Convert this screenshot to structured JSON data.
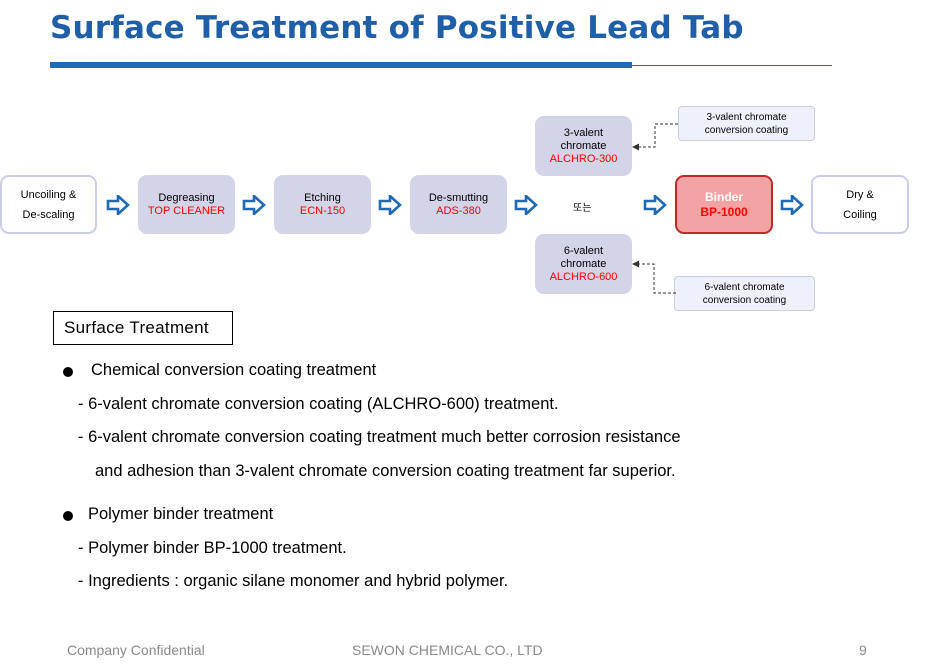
{
  "title": "Surface Treatment of Positive Lead Tab",
  "flow": {
    "uncoiling": [
      "Uncoiling &",
      "De-scaling"
    ],
    "degreasing": {
      "name": "Degreasing",
      "product": "TOP CLEANER"
    },
    "etching": {
      "name": "Etching",
      "product": "ECN-150"
    },
    "desmutting": {
      "name": "De-smutting",
      "product": "ADS-380"
    },
    "chrome3": {
      "name1": "3-valent",
      "name2": "chromate",
      "product": "ALCHRO-300"
    },
    "chrome6": {
      "name1": "6-valent",
      "name2": "chromate",
      "product": "ALCHRO-600"
    },
    "or_label": "또는",
    "binder": {
      "name": "Binder",
      "product": "BP-1000"
    },
    "dry": [
      "Dry &",
      "Coiling"
    ],
    "note3": [
      "3-valent chromate",
      "conversion coating"
    ],
    "note6": [
      "6-valent chromate",
      "conversion coating"
    ]
  },
  "section_label": "Surface  Treatment",
  "body": {
    "b1": "Chemical  conversion coating treatment",
    "b1_l1": "-  6-valent chromate conversion coating (ALCHRO-600) treatment.",
    "b1_l2": "-  6-valent chromate conversion coating treatment much better corrosion resistance",
    "b1_l3": "and adhesion than 3-valent chromate conversion coating treatment far superior.",
    "b2": "Polymer binder treatment",
    "b2_l1": "- Polymer binder BP-1000 treatment.",
    "b2_l2": "- Ingredients : organic silane monomer and hybrid polymer."
  },
  "footer": {
    "left": "Company Confidential",
    "center": "SEWON CHEMICAL CO., LTD",
    "page": "9"
  },
  "colors": {
    "title": "#1f5fa8",
    "arrow": "#1e6ab5",
    "product_red": "#ff0000",
    "binder_fill": "#f3a3a3",
    "binder_border": "#c0292b"
  }
}
